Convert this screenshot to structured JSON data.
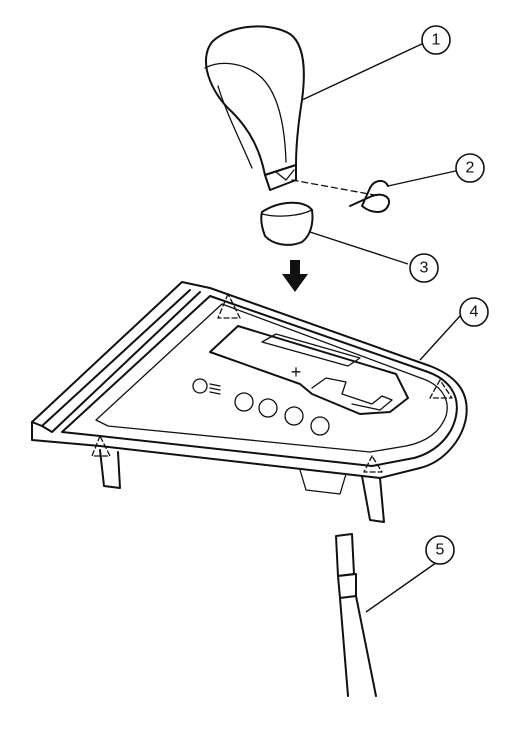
{
  "callouts": [
    {
      "id": "1"
    },
    {
      "id": "2"
    },
    {
      "id": "3"
    },
    {
      "id": "4"
    },
    {
      "id": "5"
    }
  ],
  "panel_symbol": "+",
  "colors": {
    "line": "#111111",
    "background": "#ffffff",
    "shade": "#d9d9d9"
  }
}
